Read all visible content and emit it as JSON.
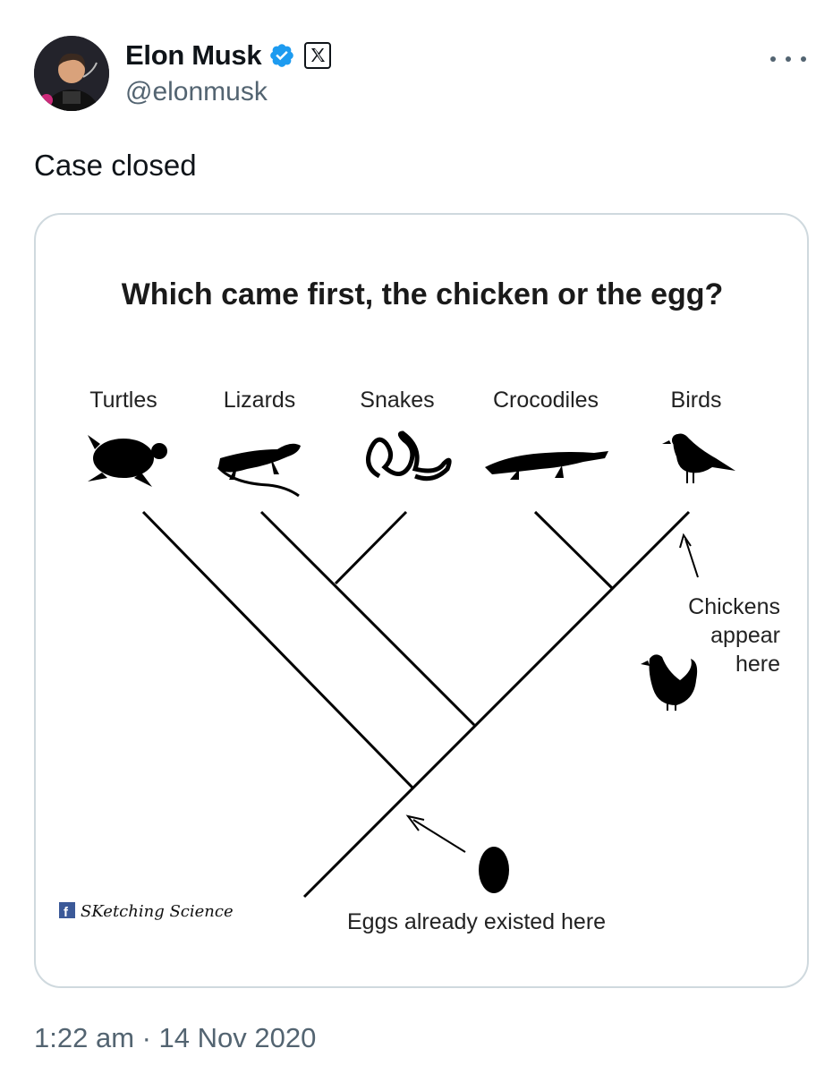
{
  "author": {
    "name": "Elon Musk",
    "handle": "@elonmusk",
    "verified": true,
    "affiliation_icon": "x-logo-icon"
  },
  "tweet": {
    "text": "Case closed",
    "timestamp": "1:22 am · 14 Nov 2020"
  },
  "image": {
    "title": "Which came first, the chicken or the egg?",
    "labels": {
      "turtles": "Turtles",
      "lizards": "Lizards",
      "snakes": "Snakes",
      "crocodiles": "Crocodiles",
      "birds": "Birds"
    },
    "chickens_line1": "Chickens",
    "chickens_line2": "appear",
    "chickens_line3": "here",
    "eggs_note": "Eggs already existed here",
    "credit": "SKetching Science"
  },
  "colors": {
    "verified_blue": "#1d9bf0",
    "secondary_text": "#536471",
    "border": "#cfd9de"
  }
}
